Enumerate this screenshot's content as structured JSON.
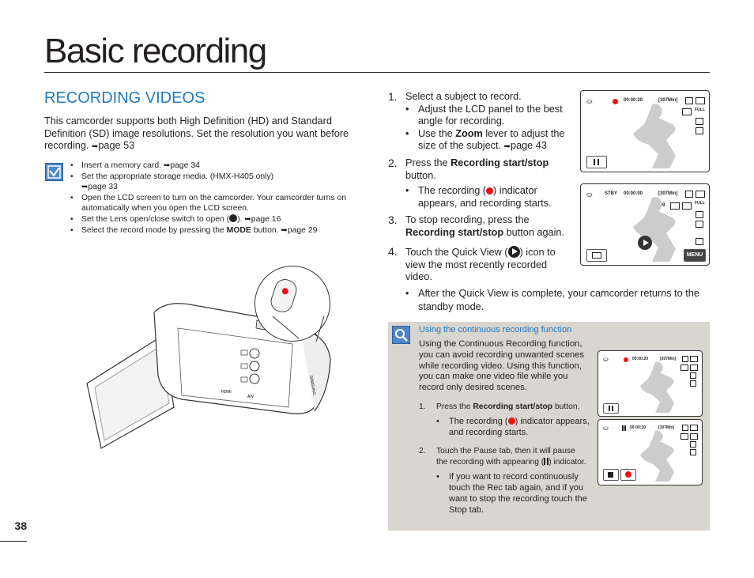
{
  "page": {
    "title": "Basic recording",
    "section_heading": "RECORDING VIDEOS",
    "page_number": "38"
  },
  "intro": {
    "text": "This camcorder supports both High Definition (HD) and Standard Definition (SD) image resolutions. Set the resolution you want before recording.",
    "ref": "page 53"
  },
  "notes": [
    {
      "text": "Insert a memory card.",
      "ref": "page 34"
    },
    {
      "text": "Set the appropriate storage media. (HMX-H405 only)",
      "ref": "page 33"
    },
    {
      "text": "Open the LCD screen to turn on the camcorder. Your camcorder turns on automatically when you open the LCD screen.",
      "ref": ""
    },
    {
      "text_a": "Set the Lens open/close switch to open (",
      "text_b": ").",
      "ref": "page 16"
    },
    {
      "text_a": "Select the record mode by pressing the",
      "bold": "MODE",
      "text_b": "button.",
      "ref": "page 29"
    }
  ],
  "steps": [
    {
      "num": "1.",
      "text": "Select a subject to record.",
      "bullets": [
        {
          "text": "Adjust the LCD panel to the best angle for recording."
        },
        {
          "text_a": "Use the",
          "bold": "Zoom",
          "text_b": "lever to adjust the size of the subject.",
          "ref": "page 43"
        }
      ]
    },
    {
      "num": "2.",
      "text_a": "Press the",
      "bold": "Recording start/stop",
      "text_b": "button.",
      "bullets": [
        {
          "text_a": "The recording (",
          "text_b": ") indicator appears, and recording starts."
        }
      ]
    },
    {
      "num": "3.",
      "text_a": "To stop recording, press the",
      "bold": "Recording start/stop",
      "text_b": "button again."
    },
    {
      "num": "4.",
      "text_a": "Touch the Quick View (",
      "text_b": ") icon to view the most recently recorded video.",
      "bullets": [
        {
          "text": "After the Quick View is complete, your camcorder returns to the standby mode."
        }
      ]
    }
  ],
  "lcd_screens": {
    "rec": {
      "time": "00:00:20",
      "remaining": "[307Min]",
      "full": "FULL"
    },
    "stby": {
      "mode": "STBY",
      "time": "00:00:00",
      "remaining": "[307Min]",
      "count": "9999",
      "full": "FULL",
      "menu": "MENU"
    }
  },
  "camera": {
    "labels": [
      "HDMI",
      "A/V",
      "SAMSUNG"
    ]
  },
  "tip": {
    "title": "Using the continuous recording function",
    "body": "Using the Continuous Recording function, you can avoid recording unwanted scenes while recording video. Using this function, you can make one video file while you record only desired scenes.",
    "step1": {
      "num": "1.",
      "text_a": "Press the",
      "bold": "Recording start/stop",
      "text_b": "button.",
      "bullet": {
        "text_a": "The recording (",
        "text_b": ") indicator appears, and recording starts."
      }
    },
    "step2": {
      "num": "2.",
      "text_a": "Touch the Pause tab, then it will pause the recording with appearing (",
      "text_b": ") indicator.",
      "bullet": {
        "text": "If you want to record continuously touch the Rec tab again, and if you want to stop the recording touch the Stop tab."
      }
    },
    "screens": {
      "time1": "00:00:20",
      "time2": "00:00:20",
      "remaining": "[307Min]"
    }
  },
  "colors": {
    "heading_blue": "#1f7ac3",
    "rec_red": "#e11111",
    "tip_bg": "#d9d5cf",
    "icon_blue": "#4f86c6"
  }
}
